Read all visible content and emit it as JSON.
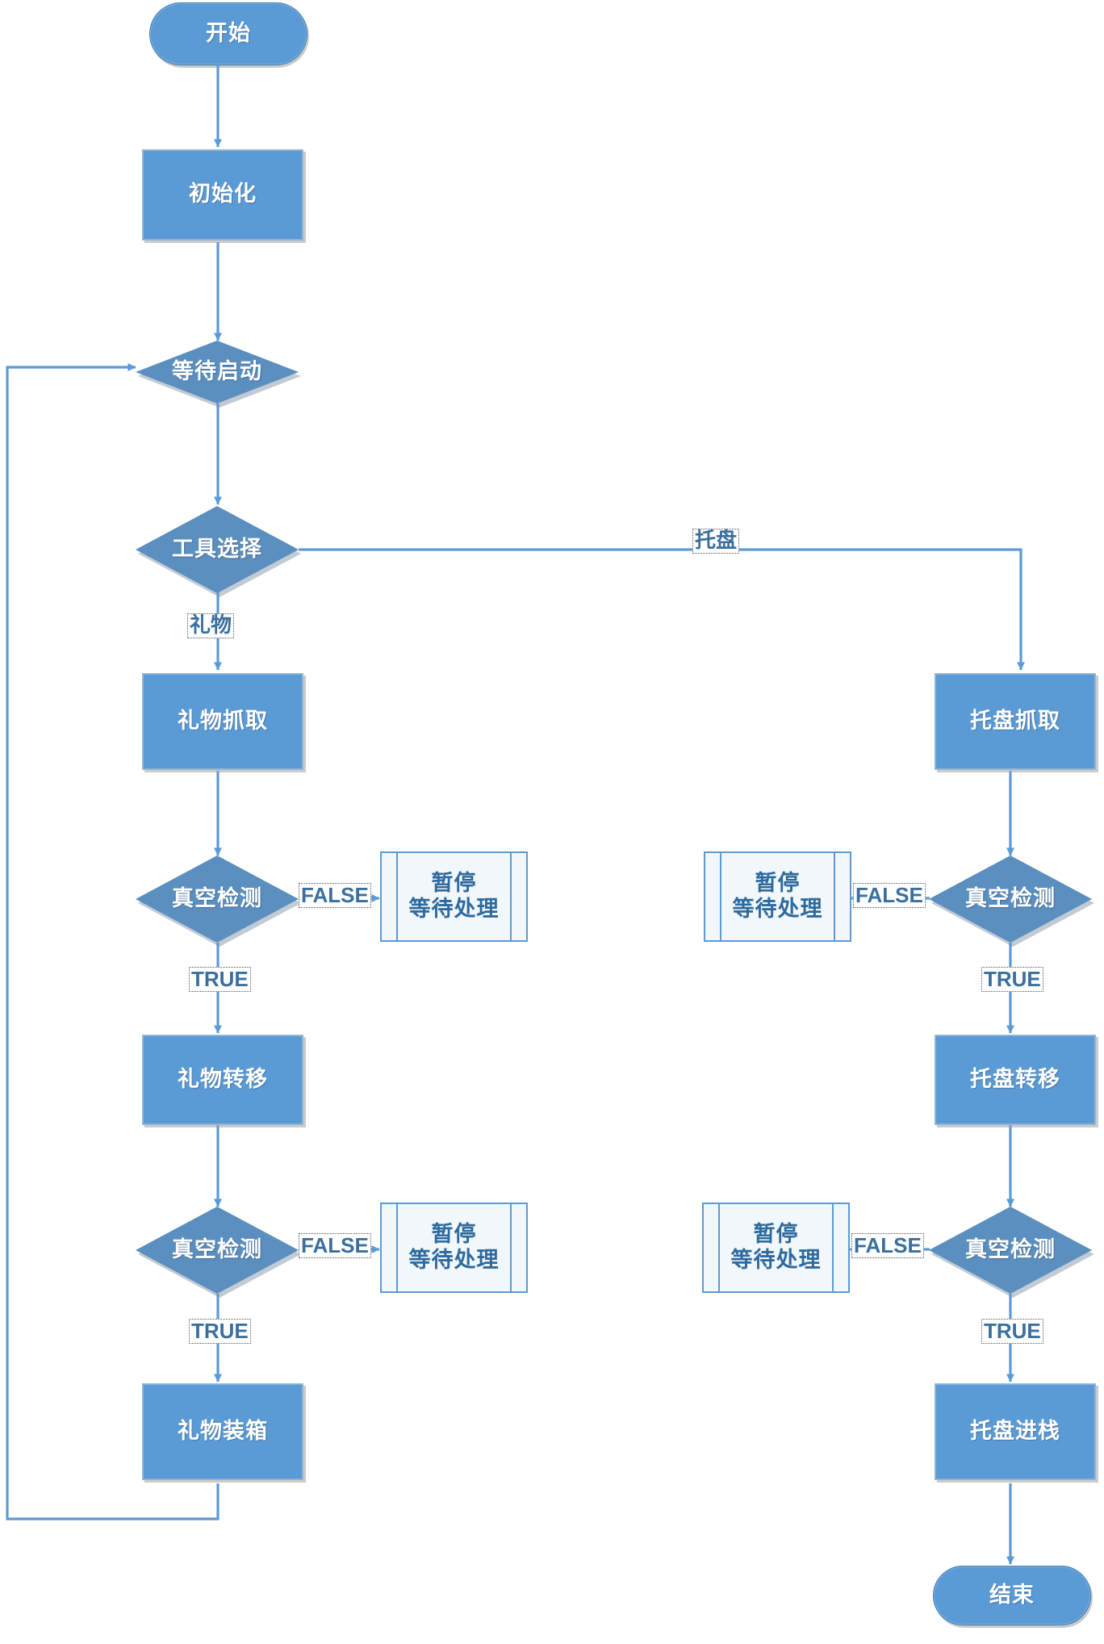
{
  "diagram": {
    "type": "flowchart",
    "title": "",
    "language": "zh-CN",
    "colors": {
      "node_fill": "#5B9BD5",
      "node_text": "#FFFFFF",
      "decision_fill": "#5B8FBF",
      "subroutine_fill": "#F2F7FB",
      "subroutine_border": "#5B9BD5",
      "subroutine_text": "#2E6A9E",
      "connector": "#5B9BD5",
      "label_text": "#3A6F9E",
      "background": "#FFFFFF"
    }
  },
  "nodes": {
    "start": {
      "label": "开始",
      "shape": "terminator"
    },
    "init": {
      "label": "初始化",
      "shape": "process"
    },
    "wait_start": {
      "label": "等待启动",
      "shape": "decision"
    },
    "tool_select": {
      "label": "工具选择",
      "shape": "decision"
    },
    "gift_pick": {
      "label": "礼物抓取",
      "shape": "process"
    },
    "gift_vac1": {
      "label": "真空检测",
      "shape": "decision"
    },
    "gift_pause1": {
      "label": "暂停\n等待处理",
      "shape": "subroutine"
    },
    "gift_move": {
      "label": "礼物转移",
      "shape": "process"
    },
    "gift_vac2": {
      "label": "真空检测",
      "shape": "decision"
    },
    "gift_pause2": {
      "label": "暂停\n等待处理",
      "shape": "subroutine"
    },
    "gift_box": {
      "label": "礼物装箱",
      "shape": "process"
    },
    "tray_pick": {
      "label": "托盘抓取",
      "shape": "process"
    },
    "tray_vac1": {
      "label": "真空检测",
      "shape": "decision"
    },
    "tray_pause1": {
      "label": "暂停\n等待处理",
      "shape": "subroutine"
    },
    "tray_move": {
      "label": "托盘转移",
      "shape": "process"
    },
    "tray_vac2": {
      "label": "真空检测",
      "shape": "decision"
    },
    "tray_pause2": {
      "label": "暂停\n等待处理",
      "shape": "subroutine"
    },
    "tray_stack": {
      "label": "托盘进栈",
      "shape": "process"
    },
    "end": {
      "label": "结束",
      "shape": "terminator"
    }
  },
  "edge_labels": {
    "tray_branch": "托盘",
    "gift_branch": "礼物",
    "gift_vac1_false": "FALSE",
    "gift_vac1_true": "TRUE",
    "gift_vac2_false": "FALSE",
    "gift_vac2_true": "TRUE",
    "tray_vac1_false": "FALSE",
    "tray_vac1_true": "TRUE",
    "tray_vac2_false": "FALSE",
    "tray_vac2_true": "TRUE"
  }
}
